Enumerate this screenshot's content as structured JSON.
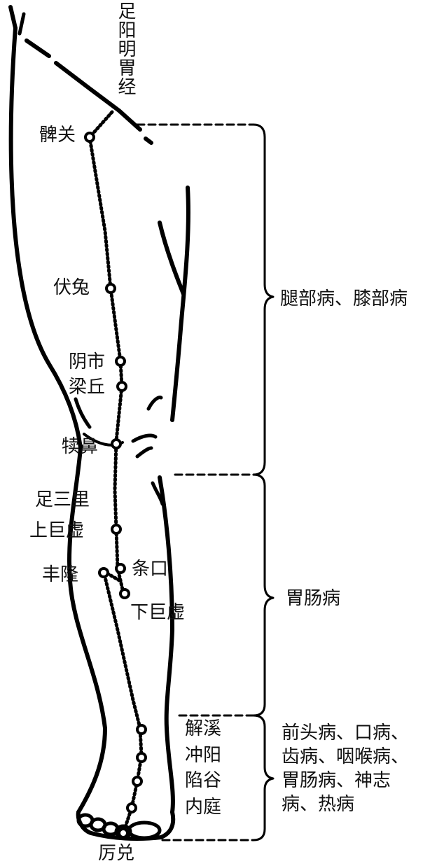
{
  "meridian_name": "足阳明胃经",
  "points": {
    "biguan": "髀关",
    "futu": "伏兔",
    "yinshi": "阴市",
    "liangqiu": "梁丘",
    "dubi": "犊鼻",
    "zusanli": "足三里",
    "shangjuxu": "上巨虚",
    "fenglong": "丰隆",
    "tiaokou": "条口",
    "xiajuxu": "下巨虚",
    "jiexi": "解溪",
    "chongyang": "冲阳",
    "xiangu": "陷谷",
    "neiting": "内庭",
    "lidui": "厉兑"
  },
  "indications": {
    "upper": "腿部病、膝部病",
    "middle": "胃肠病",
    "lower": [
      "前头病、口病、",
      "齿病、咽喉病、",
      "胃肠病、神志",
      "病、热病"
    ]
  }
}
